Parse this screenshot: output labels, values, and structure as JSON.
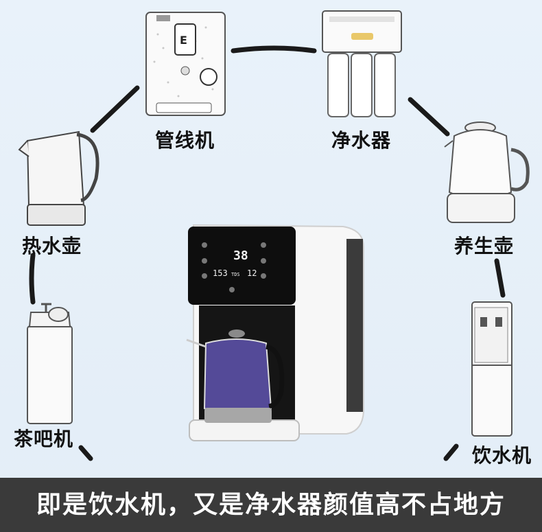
{
  "products": {
    "pipeline": "管线机",
    "purifier": "净水器",
    "kettle": "热水壶",
    "health_pot": "养生壶",
    "tea_bar": "茶吧机",
    "dispenser": "饮水机"
  },
  "device_display": {
    "temperature": "38",
    "tds_value": "153",
    "tds_label": "TDS",
    "volume": "12"
  },
  "banner_text": "即是饮水机，又是净水器颜值高不占地方"
}
